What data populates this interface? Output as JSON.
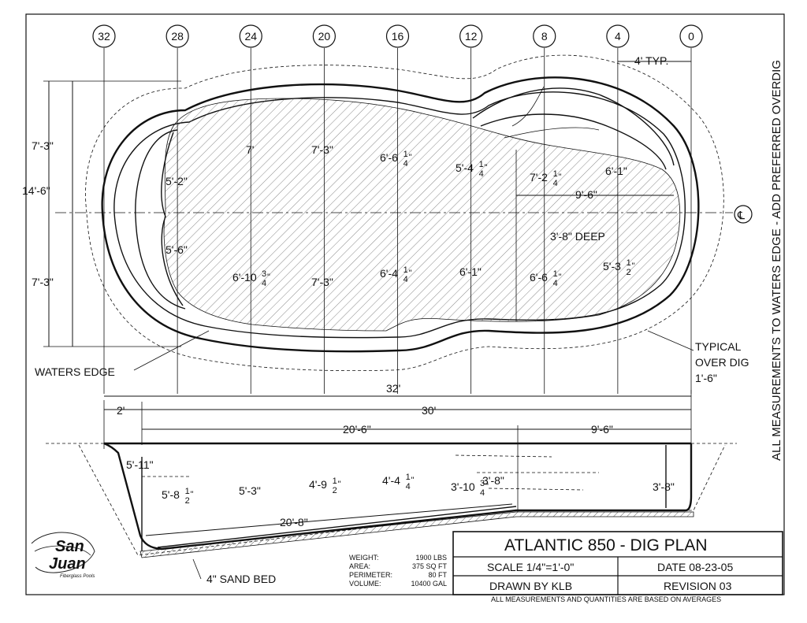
{
  "plan": {
    "stations": [
      "32",
      "28",
      "24",
      "20",
      "16",
      "12",
      "8",
      "4",
      "0"
    ],
    "typical_spacing": "4' TYP.",
    "centerline_label": "℄",
    "overall_width_left": "14'-6\"",
    "half_width_top": "7'-3\"",
    "half_width_bottom": "7'-3\"",
    "upper_widths": [
      "5'-2\"",
      "7'",
      "7'-3\"",
      "6'-6",
      "5'-4",
      "7'-2",
      "6'-1\""
    ],
    "upper_width_fractions": [
      "",
      "",
      "",
      "1/4",
      "1/4",
      "1/4",
      ""
    ],
    "lower_widths": [
      "5'-6\"",
      "6'-10",
      "7'-3\"",
      "6'-4",
      "6'-1\"",
      "6'-6",
      "5'-3"
    ],
    "lower_width_fractions": [
      "",
      "3/4",
      "",
      "1/4",
      "",
      "1/4",
      "1/2"
    ],
    "shallow_span": "9'-6\"",
    "deep_area_label": "3'-8\" DEEP",
    "waters_edge_label": "WATERS EDGE",
    "over_dig_label": [
      "TYPICAL",
      "OVER DIG",
      "1'-6\""
    ],
    "side_note": "ALL MEASUREMENTS TO WATERS EDGE - ADD PREFERRED OVERDIG"
  },
  "dimensions": {
    "overall_length": "32'",
    "left_offset": "2'",
    "waters_edge_length": "30'",
    "deep_length": "20'-6\"",
    "shallow_length": "9'-6\""
  },
  "profile": {
    "depths": [
      "5'-11\"",
      "5'-8",
      "5'-3\"",
      "4'-9",
      "4'-4",
      "3'-10",
      "3'-8\"",
      "3'-8\""
    ],
    "depth_fractions": [
      "",
      "1/2",
      "",
      "1/2",
      "1/4",
      "3/4",
      "",
      ""
    ],
    "slope_length": "20'-8\"",
    "sand_bed": "4\" SAND BED"
  },
  "logo": {
    "line1": "San",
    "line2": "Juan",
    "tagline": "Fiberglass Pools"
  },
  "specs": [
    {
      "label": "WEIGHT:",
      "value": "1900 LBS"
    },
    {
      "label": "AREA:",
      "value": "375 SQ FT"
    },
    {
      "label": "PERIMETER:",
      "value": "80 FT"
    },
    {
      "label": "VOLUME:",
      "value": "10400 GAL"
    }
  ],
  "title_block": {
    "title": "ATLANTIC 850 - DIG PLAN",
    "scale": "SCALE 1/4\"=1'-0\"",
    "date": "DATE 08-23-05",
    "drawn_by": "DRAWN BY KLB",
    "revision": "REVISION 03",
    "footnote": "ALL MEASUREMENTS AND QUANTITIES ARE BASED ON AVERAGES"
  }
}
